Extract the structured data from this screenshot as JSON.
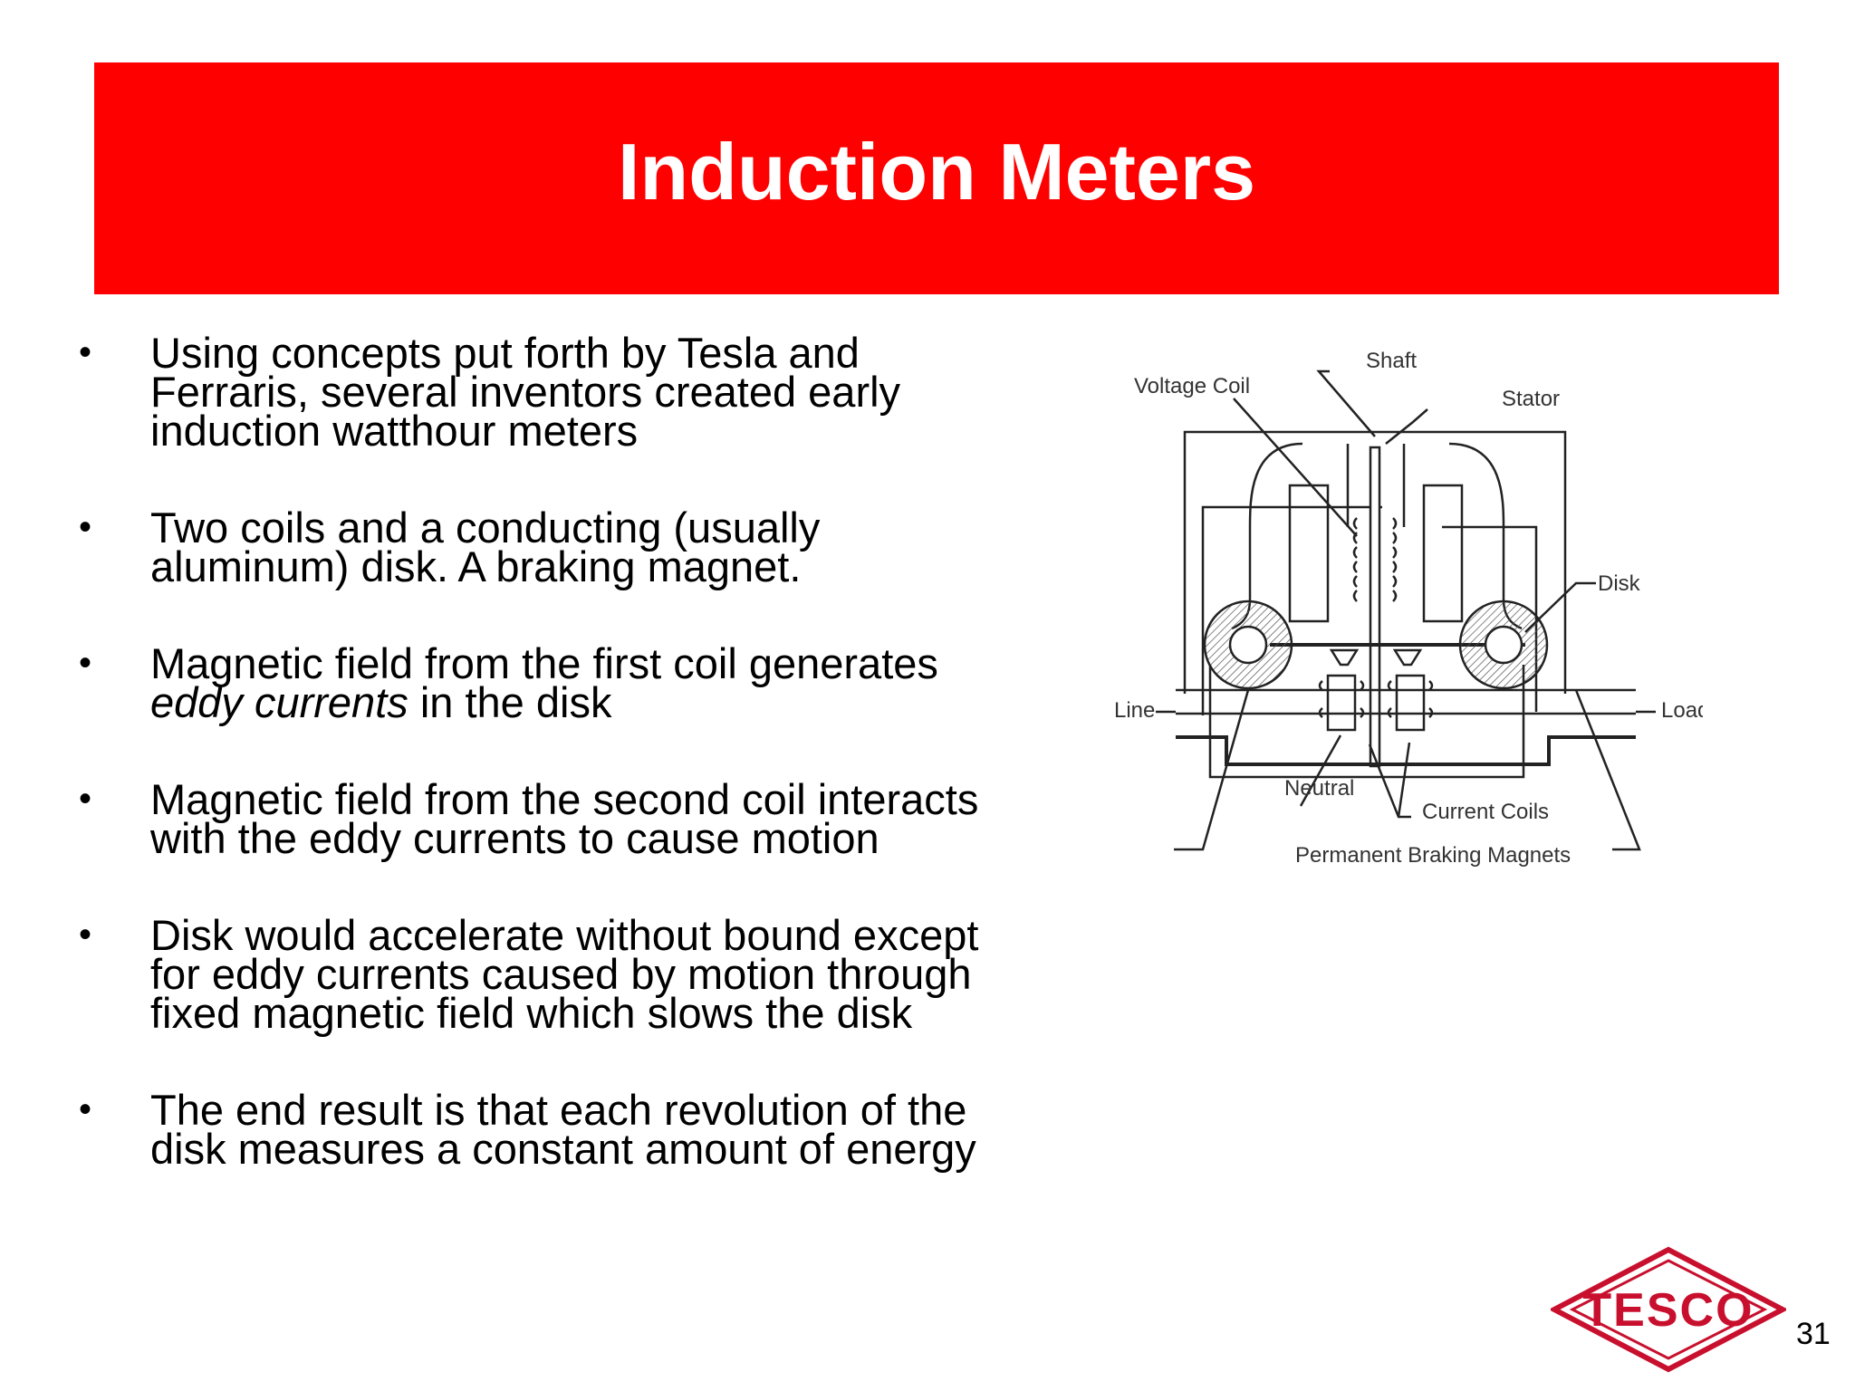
{
  "slide": {
    "title": "Induction Meters",
    "page_number": "31"
  },
  "bullets": [
    {
      "lines": [
        "Using concepts put forth by Tesla and",
        "Ferraris, several inventors created early",
        "induction watthour meters"
      ]
    },
    {
      "lines": [
        "Two coils and a conducting (usually",
        "aluminum) disk.  A braking magnet."
      ]
    },
    {
      "pre_italic": "Magnetic field from the first coil generates",
      "italic": "eddy currents",
      "post_italic": " in the disk"
    },
    {
      "lines": [
        "Magnetic field from the second coil interacts",
        "with the eddy currents to cause motion"
      ]
    },
    {
      "lines": [
        "Disk would accelerate without bound except",
        "for eddy currents caused by motion through",
        "fixed magnetic field which slows the disk"
      ]
    },
    {
      "lines": [
        "The end result is that each revolution of the",
        "disk measures a constant amount of energy"
      ]
    }
  ],
  "bullet_symbol": "•",
  "diagram": {
    "labels": {
      "shaft": "Shaft",
      "voltage_coil": "Voltage Coil",
      "stator": "Stator",
      "disk": "Disk",
      "line": "Line",
      "load": "Load",
      "neutral": "Neutral",
      "current_coils": "Current Coils",
      "permanent_braking_magnets": "Permanent Braking Magnets"
    }
  },
  "logo": {
    "text": "TESCO",
    "color": "#c8102e"
  },
  "colors": {
    "title_bar": "#ff0000",
    "title_text": "#ffffff"
  }
}
